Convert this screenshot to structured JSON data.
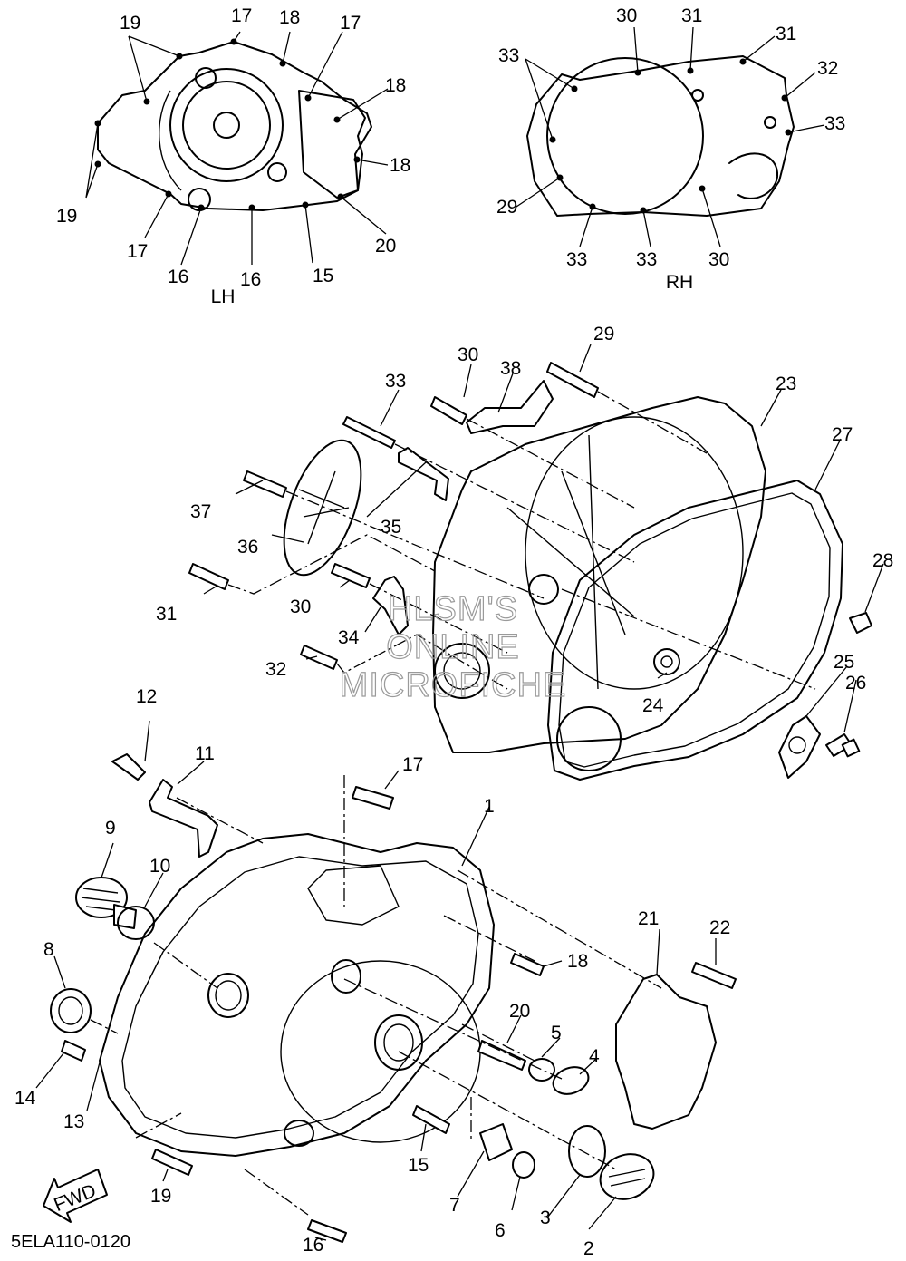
{
  "diagram": {
    "views": {
      "lh": "LH",
      "rh": "RH"
    },
    "watermark": [
      "HLSM'S",
      "ONLINE",
      "MICROFICHE"
    ],
    "fwd": "FWD",
    "code": "5ELA110-0120",
    "labels": [
      "19",
      "17",
      "18",
      "17",
      "18",
      "18",
      "19",
      "17",
      "16",
      "16",
      "15",
      "20",
      "33",
      "30",
      "31",
      "31",
      "32",
      "33",
      "29",
      "33",
      "33",
      "30",
      "29",
      "30",
      "38",
      "33",
      "23",
      "27",
      "37",
      "35",
      "36",
      "28",
      "31",
      "30",
      "34",
      "32",
      "24",
      "25",
      "26",
      "12",
      "11",
      "17",
      "9",
      "10",
      "1",
      "8",
      "21",
      "22",
      "18",
      "20",
      "5",
      "4",
      "14",
      "13",
      "15",
      "7",
      "6",
      "3",
      "19",
      "16",
      "2"
    ]
  }
}
